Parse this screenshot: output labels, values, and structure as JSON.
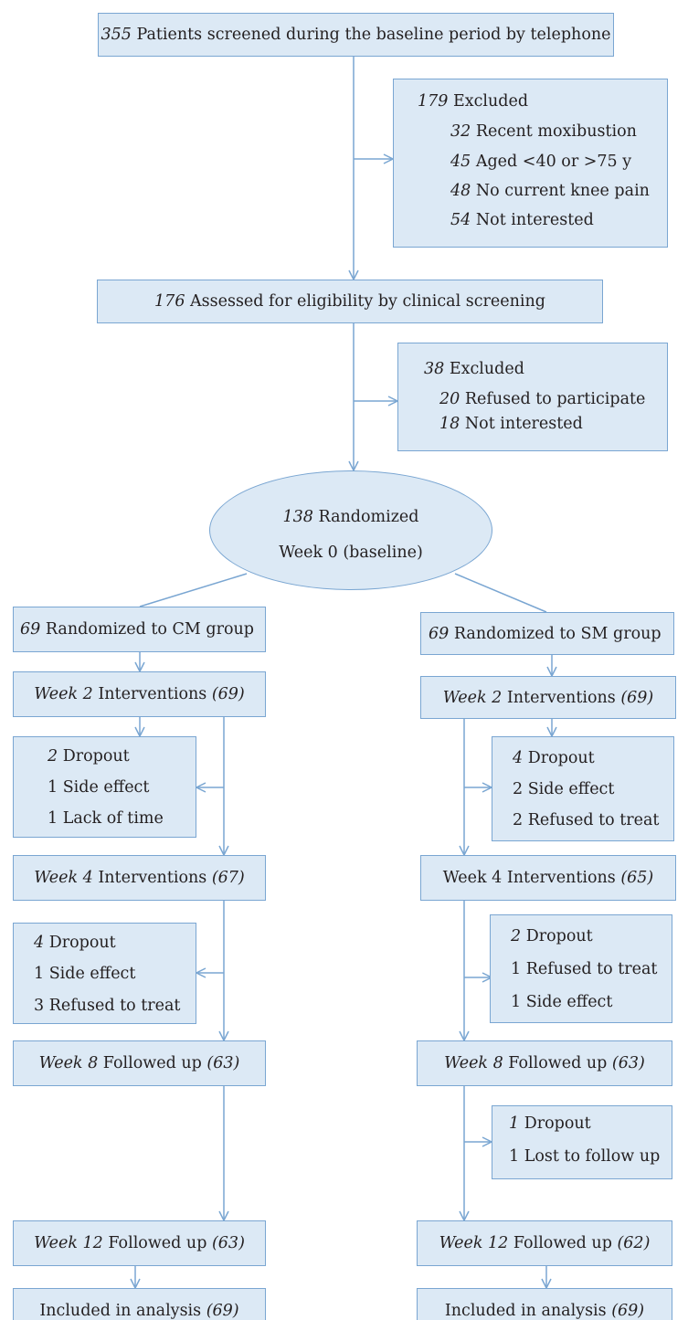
{
  "screening": {
    "num": "355",
    "text": " Patients screened during the baseline period by telephone"
  },
  "excluded1": {
    "head_num": "179",
    "head_text": " Excluded",
    "items": [
      {
        "num": "32",
        "text": " Recent moxibustion"
      },
      {
        "num": "45",
        "text": " Aged <40 or >75 y"
      },
      {
        "num": "48",
        "text": " No current knee pain"
      },
      {
        "num": "54",
        "text": " Not interested"
      }
    ]
  },
  "assessed": {
    "num": "176",
    "text": " Assessed for eligibility by clinical screening"
  },
  "excluded2": {
    "head_num": "38",
    "head_text": " Excluded",
    "items": [
      {
        "num": "20",
        "text": " Refused to participate"
      },
      {
        "num": "18",
        "text": " Not interested"
      }
    ]
  },
  "randomized": {
    "num": "138",
    "text": " Randomized",
    "sub": "Week 0 (baseline)"
  },
  "cm": {
    "group": {
      "num": "69",
      "text": " Randomized to CM group"
    },
    "week2": {
      "week": "Week 2",
      "text": " Interventions ",
      "count": "(69)"
    },
    "dropout1": {
      "head_num": "2",
      "head_text": " Dropout",
      "items": [
        "1 Side effect",
        "1 Lack of time"
      ]
    },
    "week4": {
      "week": "Week 4",
      "text": " Interventions ",
      "count": "(67)"
    },
    "dropout2": {
      "head_num": "4",
      "head_text": " Dropout",
      "items": [
        "1 Side effect",
        "3 Refused to treat"
      ]
    },
    "week8": {
      "week": "Week 8",
      "text": " Followed up ",
      "count": "(63)"
    },
    "week12": {
      "week": "Week 12",
      "text": " Followed up ",
      "count": "(63)"
    },
    "analysis": {
      "text": "Included in analysis ",
      "count": "(69)"
    }
  },
  "sm": {
    "group": {
      "num": "69",
      "text": " Randomized to SM group"
    },
    "week2": {
      "week": "Week 2",
      "text": " Interventions ",
      "count": "(69)"
    },
    "dropout1": {
      "head_num": "4",
      "head_text": " Dropout",
      "items": [
        "2 Side effect",
        "2 Refused to treat"
      ]
    },
    "week4": {
      "text": "Week 4 Interventions ",
      "count": "(65)"
    },
    "dropout2": {
      "head_num": "2",
      "head_text": " Dropout",
      "items": [
        "1 Refused to treat",
        "1 Side effect"
      ]
    },
    "week8": {
      "week": "Week 8",
      "text": " Followed up ",
      "count": "(63)"
    },
    "dropout3": {
      "head_num": "1",
      "head_text": " Dropout",
      "items": [
        "1 Lost to follow up"
      ]
    },
    "week12": {
      "week": "Week 12",
      "text": " Followed up ",
      "count": "(62)"
    },
    "analysis": {
      "text": "Included in analysis ",
      "count": "(69)"
    }
  },
  "colors": {
    "box_fill": "#dce9f5",
    "box_border": "#7aa6d2",
    "connector": "#7aa6d2",
    "text": "#231f20"
  }
}
